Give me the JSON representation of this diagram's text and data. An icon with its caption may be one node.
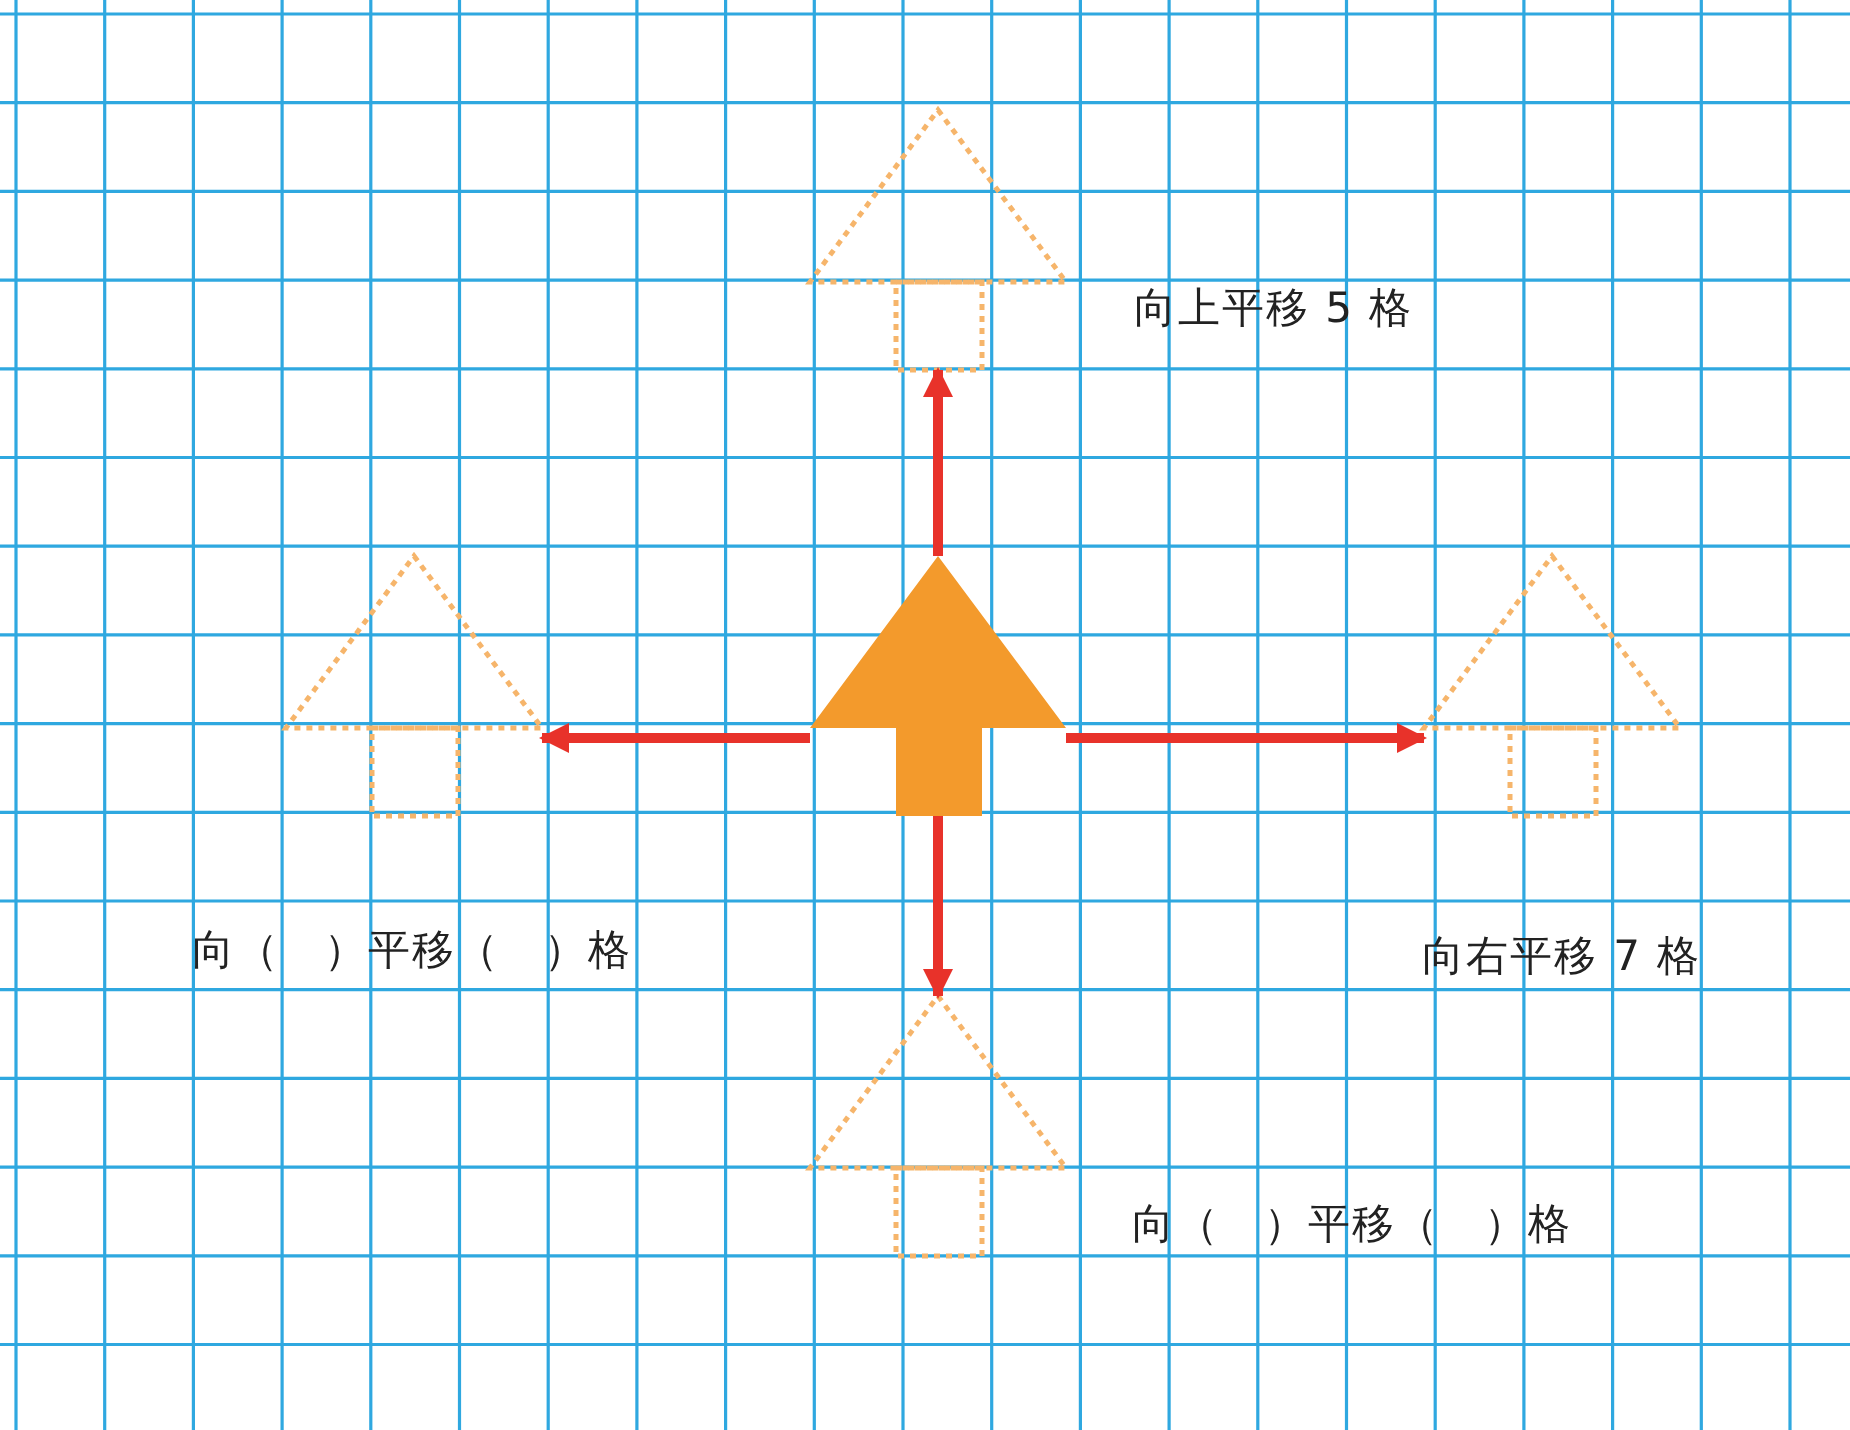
{
  "diagram": {
    "nodes": [
      {
        "text": [],
        "shape": "arrow"
      },
      {
        "text": [],
        "shape": "arrow"
      },
      {
        "text": [],
        "shape": "arrow"
      },
      {
        "text": [],
        "shape": "arrow"
      },
      {
        "text": [],
        "shape": "arrow"
      }
    ],
    "edges": [
      {
        "from": 2,
        "to": 0,
        "arrow": "to"
      },
      {
        "from": 2,
        "to": 1,
        "arrow": "to"
      },
      {
        "from": 2,
        "to": 3,
        "arrow": "to"
      },
      {
        "from": 2,
        "to": 4,
        "arrow": "to"
      }
    ],
    "labels": [
      "向上平移 5 格",
      "向（　）平移（　）格",
      "向右平移 7 格",
      "向（　）平移（　）格"
    ]
  }
}
